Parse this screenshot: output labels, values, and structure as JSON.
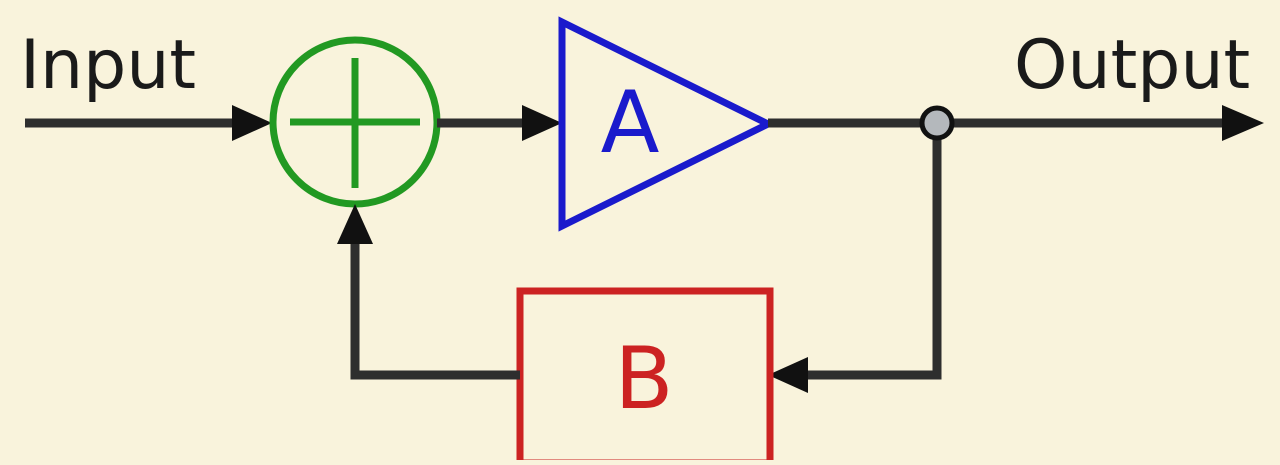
{
  "labels": {
    "input": "Input",
    "output": "Output",
    "amplifier": "A",
    "feedback": "B"
  },
  "colors": {
    "background": "#f9f3dc",
    "line": "#2e2e2e",
    "summer": "#229922",
    "amplifier": "#1a1acc",
    "feedback": "#cc2222",
    "junction_fill": "#b4b8bc"
  }
}
